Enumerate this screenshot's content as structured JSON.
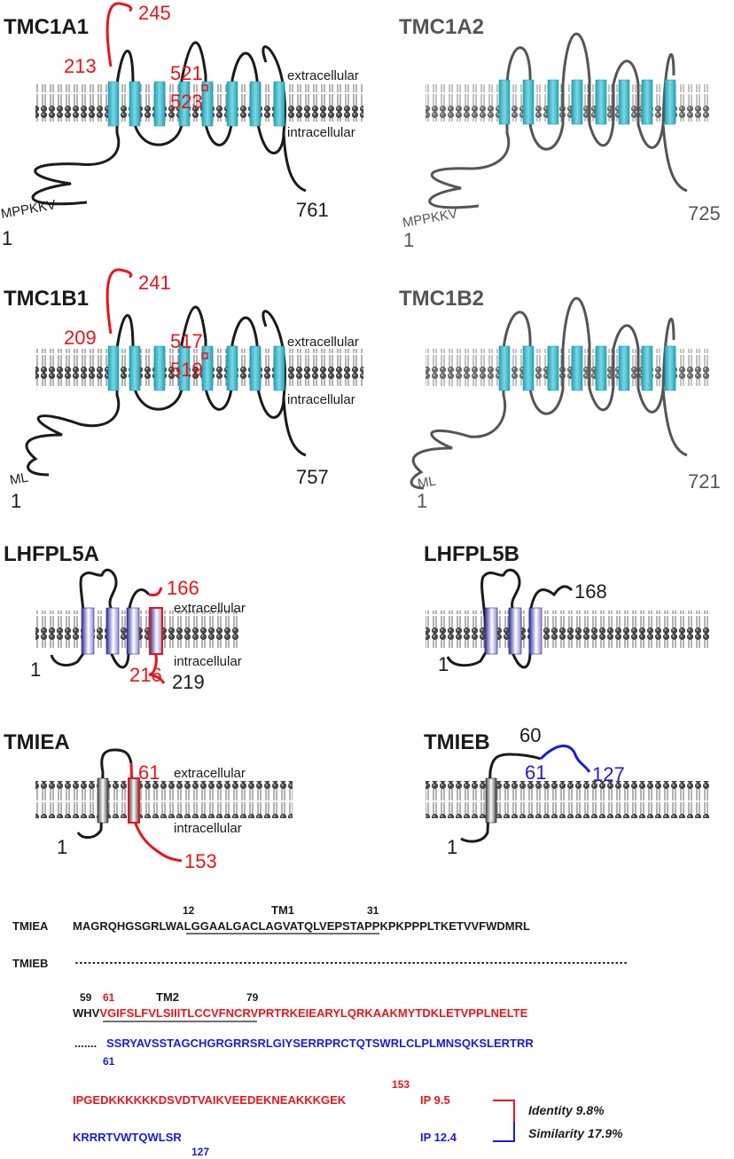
{
  "panels": {
    "tmc1a1": {
      "title": "TMC1A1",
      "end": "761",
      "start": "1",
      "nterm": "MPPKKV",
      "loop_a": "213",
      "loop_b": "245",
      "site_a": "521",
      "site_b": "523",
      "extra": "extracellular",
      "intra": "intracellular"
    },
    "tmc1a2": {
      "title": "TMC1A2",
      "end": "725",
      "start": "1",
      "nterm": "MPPKKV"
    },
    "tmc1b1": {
      "title": "TMC1B1",
      "end": "757",
      "start": "1",
      "nterm": "ML",
      "loop_a": "209",
      "loop_b": "241",
      "site_a": "517",
      "site_b": "519",
      "extra": "extracellular",
      "intra": "intracellular"
    },
    "tmc1b2": {
      "title": "TMC1B2",
      "end": "721",
      "start": "1",
      "nterm": "ML"
    },
    "lhfpl5a": {
      "title": "LHFPL5A",
      "start": "1",
      "red_top": "166",
      "red_bottom": "216",
      "end": "219",
      "extra": "extracellular",
      "intra": "intracellular"
    },
    "lhfpl5b": {
      "title": "LHFPL5B",
      "start": "1",
      "end": "168"
    },
    "tmiea": {
      "title": "TMIEA",
      "start": "1",
      "red_start": "61",
      "end": "153",
      "extra": "extracellular",
      "intra": "intracellular"
    },
    "tmieb": {
      "title": "TMIEB",
      "start": "1",
      "black_end": "60",
      "blue_start": "61",
      "end": "127"
    }
  },
  "alignment": {
    "name_a": "TMIEA",
    "name_b": "TMIEB",
    "row1_seq_pre": "MAGRQHGSGRL",
    "row1_seq_tm": "WALGGAALGACLAGVATQLV",
    "row1_seq_post": "EPSTAPPKPKPPPLTKETVVFWDMRL",
    "tm1": "TM1",
    "pos_12": "12",
    "pos_31": "31",
    "row2_dots": "................................................................................................................................",
    "pos_59": "59",
    "pos_61": "61",
    "tm2": "TM2",
    "pos_79": "79",
    "row3_black": "WHV",
    "row3_red_tm": "VGIFSLFVLSIIITLCCVF",
    "row3_red_post": "NCRVPRTRKEIEARYLQRKAAKMYTDKLETVPPLNELTE",
    "row4_dots": ".......",
    "row4_blue": "SSRYAVSSTAGCHGRGRRSRLGIYSERRPRCTQTSWRLCLPLMNSQKSLERTRR",
    "pos_61_blue": "61",
    "pos_153": "153",
    "row5_red": "IPGEDKKKKKKDSVDTVAIKVEEDEKNEAKKKGEK",
    "ip_a": "IP 9.5",
    "row6_blue": "KRRRTVWTQWLSR",
    "ip_b": "IP 12.4",
    "pos_127": "127",
    "identity": "Identity 9.8%",
    "similarity": "Similarity 17.9%"
  },
  "colors": {
    "black": "#1a1a1a",
    "grey": "#555555",
    "red": "#e8141c",
    "blue": "#1a1adc",
    "teal": "#3ab8c9"
  }
}
